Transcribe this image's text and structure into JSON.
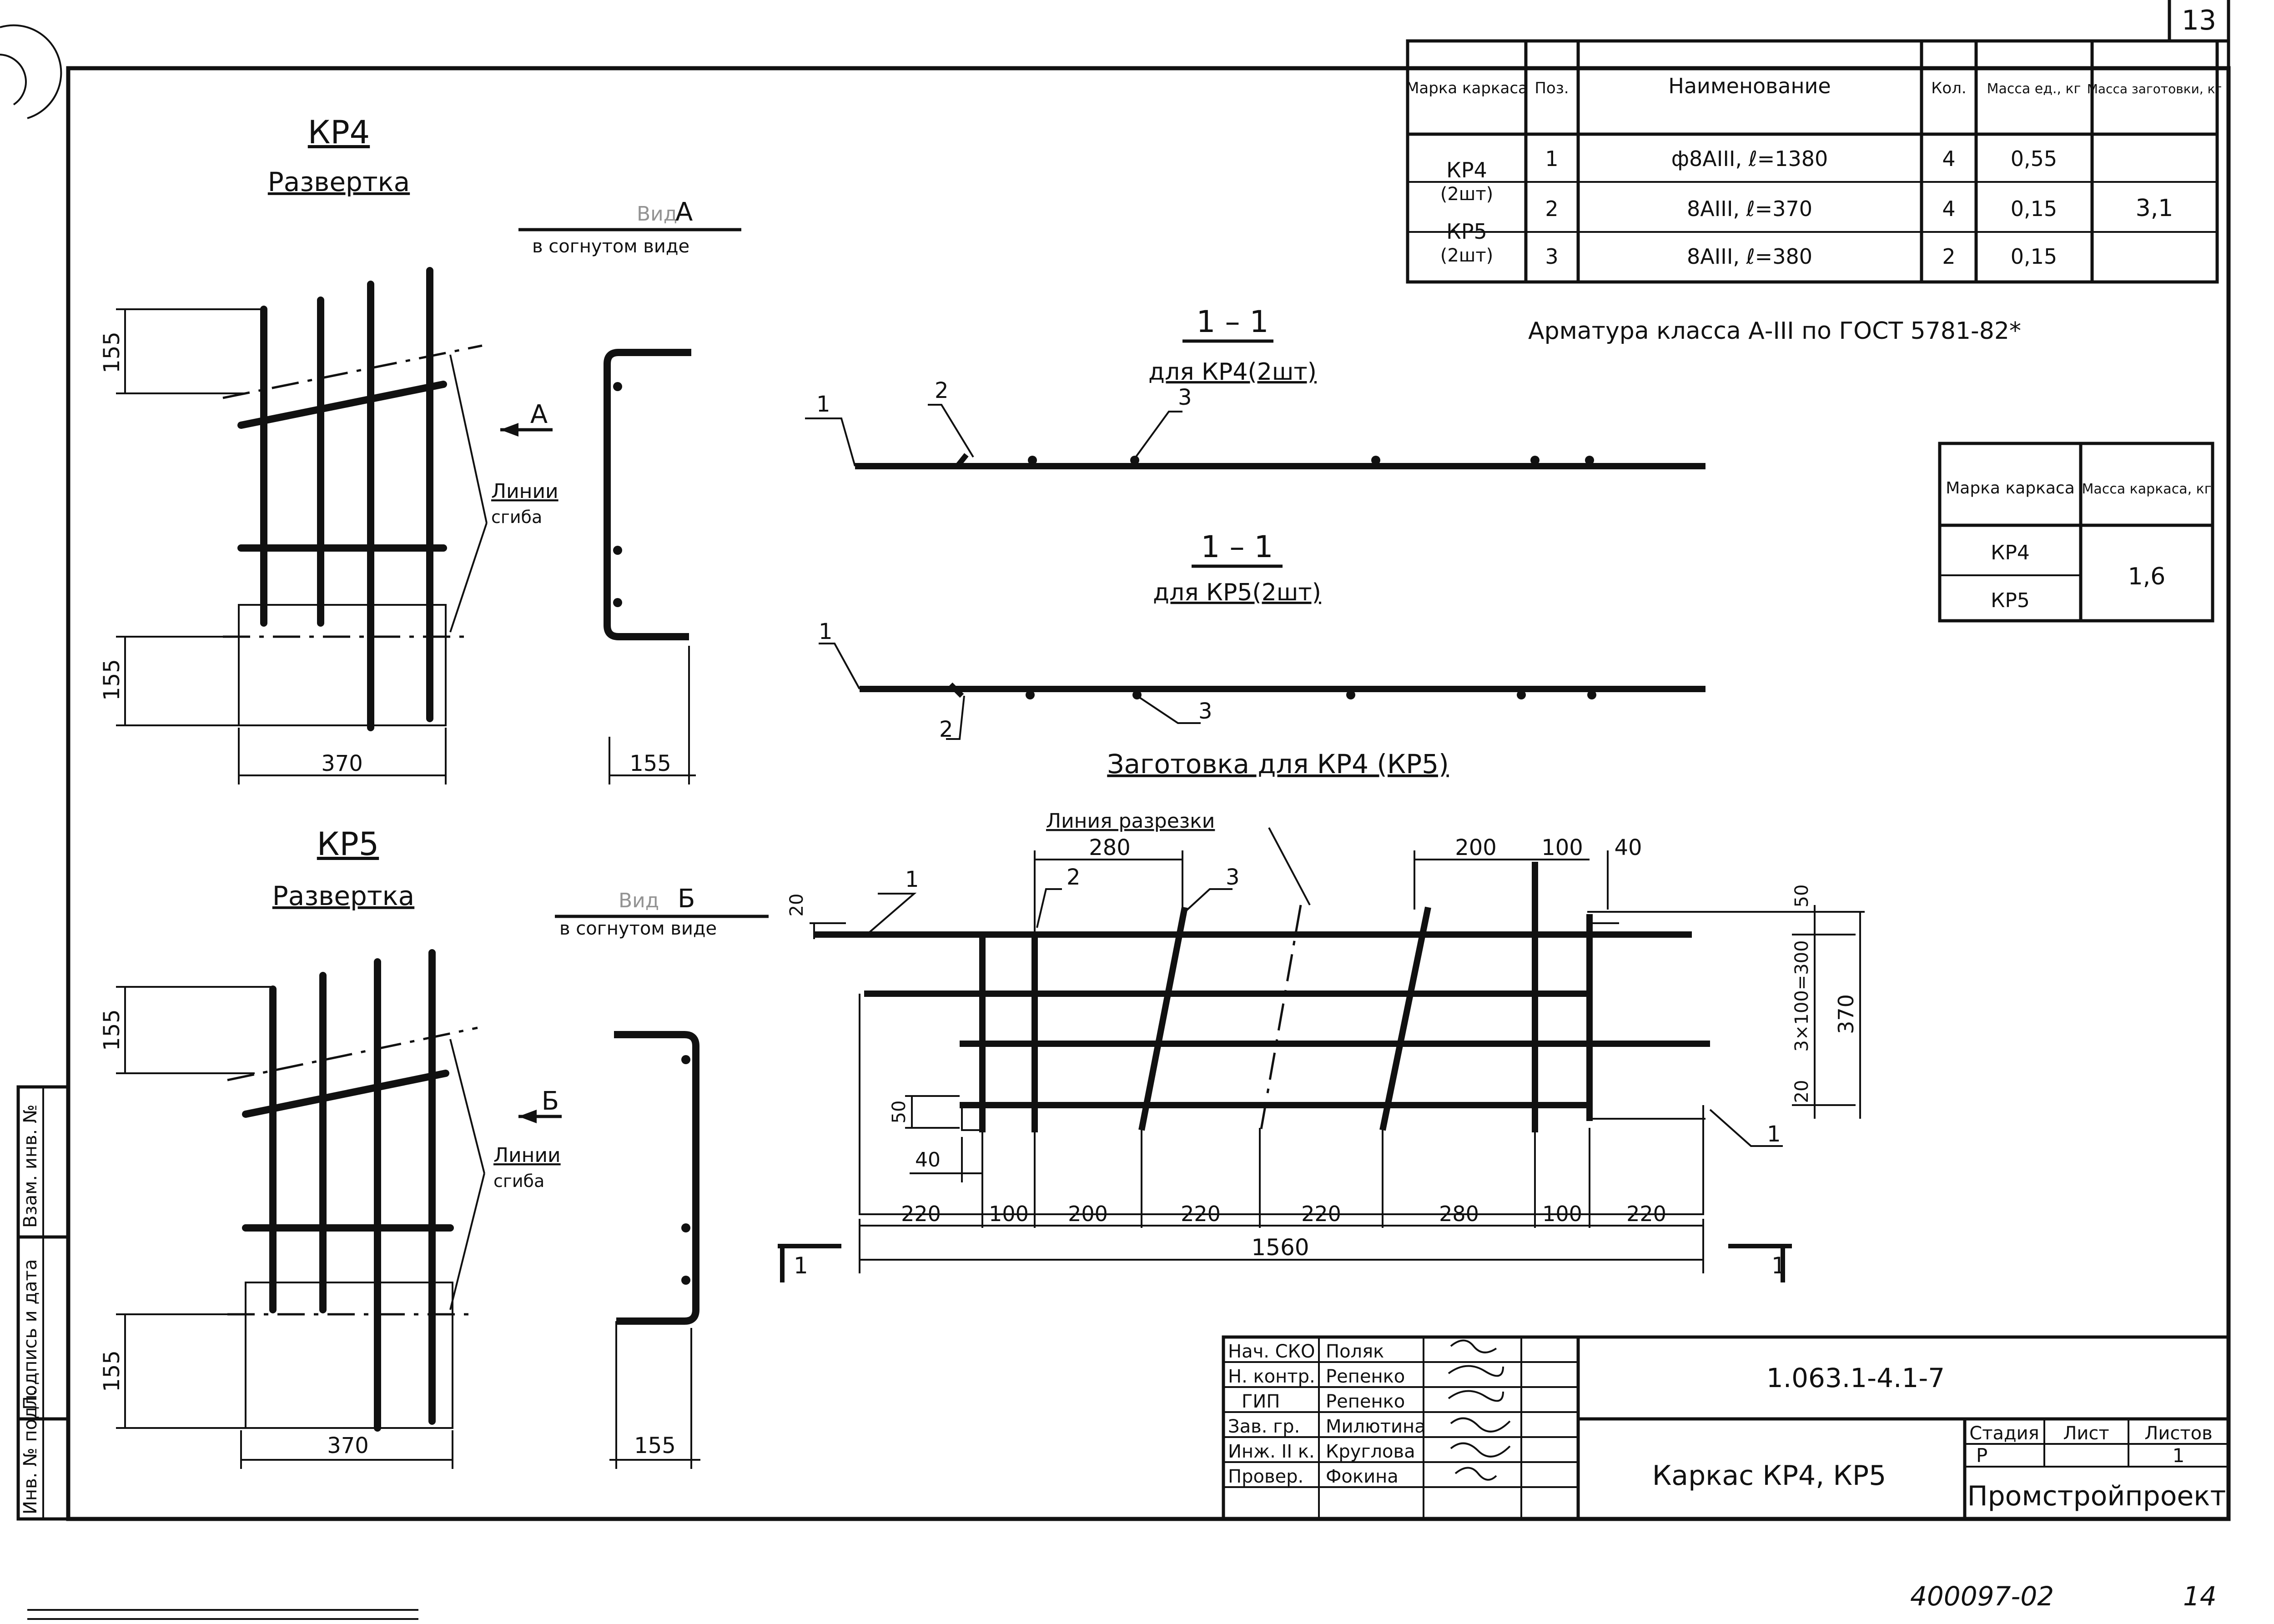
{
  "sheet_number_top": "13",
  "footer": {
    "doc_code": "400097-02",
    "page_number": "14"
  },
  "kr4": {
    "title": "КР4",
    "razvertka": "Развертка",
    "view_prefix": "Вид",
    "view_letter": "А",
    "view_sub": "в согнутом виде",
    "arrow_letter": "А",
    "bend_label_1": "Линии",
    "bend_label_2": "сгиба",
    "dim_top": "155",
    "dim_bottom": "155",
    "dim_width": "370",
    "dim_profile": "155"
  },
  "kr5": {
    "title": "КР5",
    "razvertka": "Развертка",
    "view_prefix": "Вид",
    "view_letter": "Б",
    "view_sub": "в согнутом виде",
    "arrow_letter": "Б",
    "bend_label_1": "Линии",
    "bend_label_2": "сгиба",
    "dim_top": "155",
    "dim_bottom": "155",
    "dim_width": "370",
    "dim_profile": "155"
  },
  "section_kr4": {
    "title": "1 – 1",
    "subtitle": "для КР4(2шт)",
    "pos1": "1",
    "pos2": "2",
    "pos3": "3"
  },
  "section_kr5": {
    "title": "1 – 1",
    "subtitle": "для КР5(2шт)",
    "pos1": "1",
    "pos2": "2",
    "pos3": "3"
  },
  "blank": {
    "title": "Заготовка для КР4 (КР5)",
    "cut_line": "Линия разрезки",
    "pos1": "1",
    "pos2": "2",
    "pos3": "3",
    "pos1_bottom": "1",
    "dim_top_280": "280",
    "dim_top_200": "200",
    "dim_top_100": "100",
    "dim_top_40": "40",
    "dim_20_top": "20",
    "dim_50_top": "50",
    "dim_3x100": "3×100=300",
    "dim_20_right": "20",
    "dim_370": "370",
    "dim_50_left": "50",
    "dim_40_left": "40",
    "bottom_dims": [
      "220",
      "100",
      "200",
      "220",
      "220",
      "280",
      "100",
      "220"
    ],
    "dim_total": "1560",
    "section_mark": "1"
  },
  "spec_table": {
    "headers": [
      "Марка каркаса",
      "Поз.",
      "Наименование",
      "Кол.",
      "Масса ед., кг",
      "Масса заготовки, кг"
    ],
    "mark": [
      "КР4",
      "(2шт)",
      "КР5",
      "(2шт)"
    ],
    "rows": [
      {
        "pos": "1",
        "name": "ф8АIII, ℓ=1380",
        "qty": "4",
        "mass": "0,55"
      },
      {
        "pos": "2",
        "name": "8АIII, ℓ=370",
        "qty": "4",
        "mass": "0,15"
      },
      {
        "pos": "3",
        "name": "8АIII, ℓ=380",
        "qty": "2",
        "mass": "0,15"
      }
    ],
    "blank_mass": "3,1"
  },
  "note": "Арматура класса А-III по ГОСТ 5781-82*",
  "mass_table": {
    "headers": [
      "Марка каркаса",
      "Масса каркаса, кг"
    ],
    "rows": [
      "КР4",
      "КР5"
    ],
    "mass": "1,6"
  },
  "side_stamp": [
    "Инв. № подл.",
    "Подпись и дата",
    "Взам. инв. №"
  ],
  "title_block": {
    "roles": [
      "Нач. СКО",
      "Н. контр.",
      "ГИП",
      "Зав. гр.",
      "Инж. II к.",
      "Провер."
    ],
    "names": [
      "Поляк",
      "Репенко",
      "Репенко",
      "Милютина",
      "Круглова",
      "Фокина"
    ],
    "doc_code": "1.063.1-4.1-7",
    "sheet_title": "Каркас КР4, КР5",
    "stage_label": "Стадия",
    "sheet_label": "Лист",
    "sheets_label": "Листов",
    "stage": "Р",
    "sheet": "",
    "sheets": "1",
    "org": "Промстройпроект"
  }
}
